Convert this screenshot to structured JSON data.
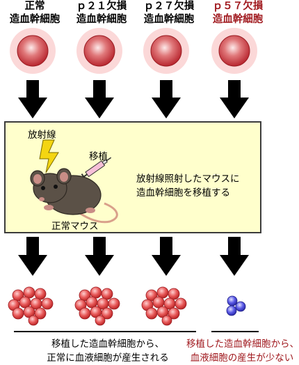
{
  "columns": [
    {
      "line1": "正常",
      "line2": "造血幹細胞",
      "highlight": false
    },
    {
      "line1": "ｐ２１欠損",
      "line2": "造血幹細胞",
      "highlight": false
    },
    {
      "line1": "ｐ２７欠損",
      "line2": "造血幹細胞",
      "highlight": false
    },
    {
      "line1": "ｐ５７欠損",
      "line2": "造血幹細胞",
      "highlight": true
    }
  ],
  "experiment": {
    "radiation_label": "放射線",
    "transplant_label": "移植",
    "mouse_label": "正常マウス",
    "description_line1": "放射線照射したマウスに",
    "description_line2": "造血幹細胞を移植する"
  },
  "results": {
    "normal_line1": "移植した造血幹細胞から、",
    "normal_line2": "正常に血液細胞が産生される",
    "p57_line1": "移植した造血幹細胞から、",
    "p57_line2": "血液細胞の産生が少ない"
  },
  "colors": {
    "highlight_text": "#a0191e",
    "box_fill": "#ffffcc",
    "cell_red": "#d94a4a",
    "cell_blue": "#4b4bd6"
  }
}
